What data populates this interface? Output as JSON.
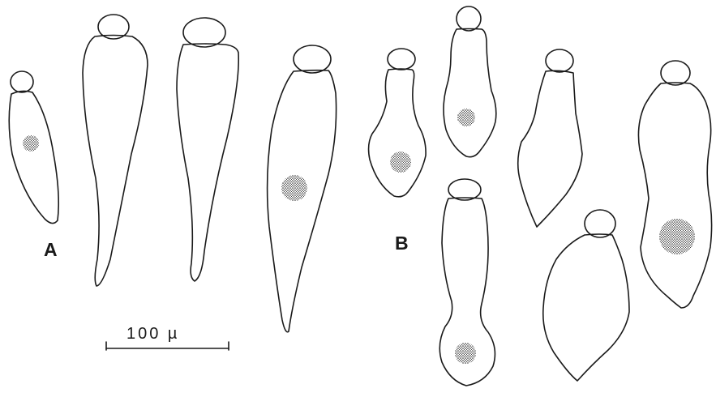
{
  "figure": {
    "group_labels": {
      "a": "A",
      "b": "B"
    },
    "scale_bar": {
      "label": "100 µ"
    },
    "group_a_cells": [
      "cell-a1",
      "cell-a2",
      "cell-a3",
      "cell-a4"
    ],
    "group_b_cells": [
      "cell-b1",
      "cell-b2",
      "cell-b3",
      "cell-b4",
      "cell-b5",
      "cell-b6"
    ],
    "colors": {
      "ink": "#1a1a1a",
      "background": "#ffffff"
    }
  }
}
